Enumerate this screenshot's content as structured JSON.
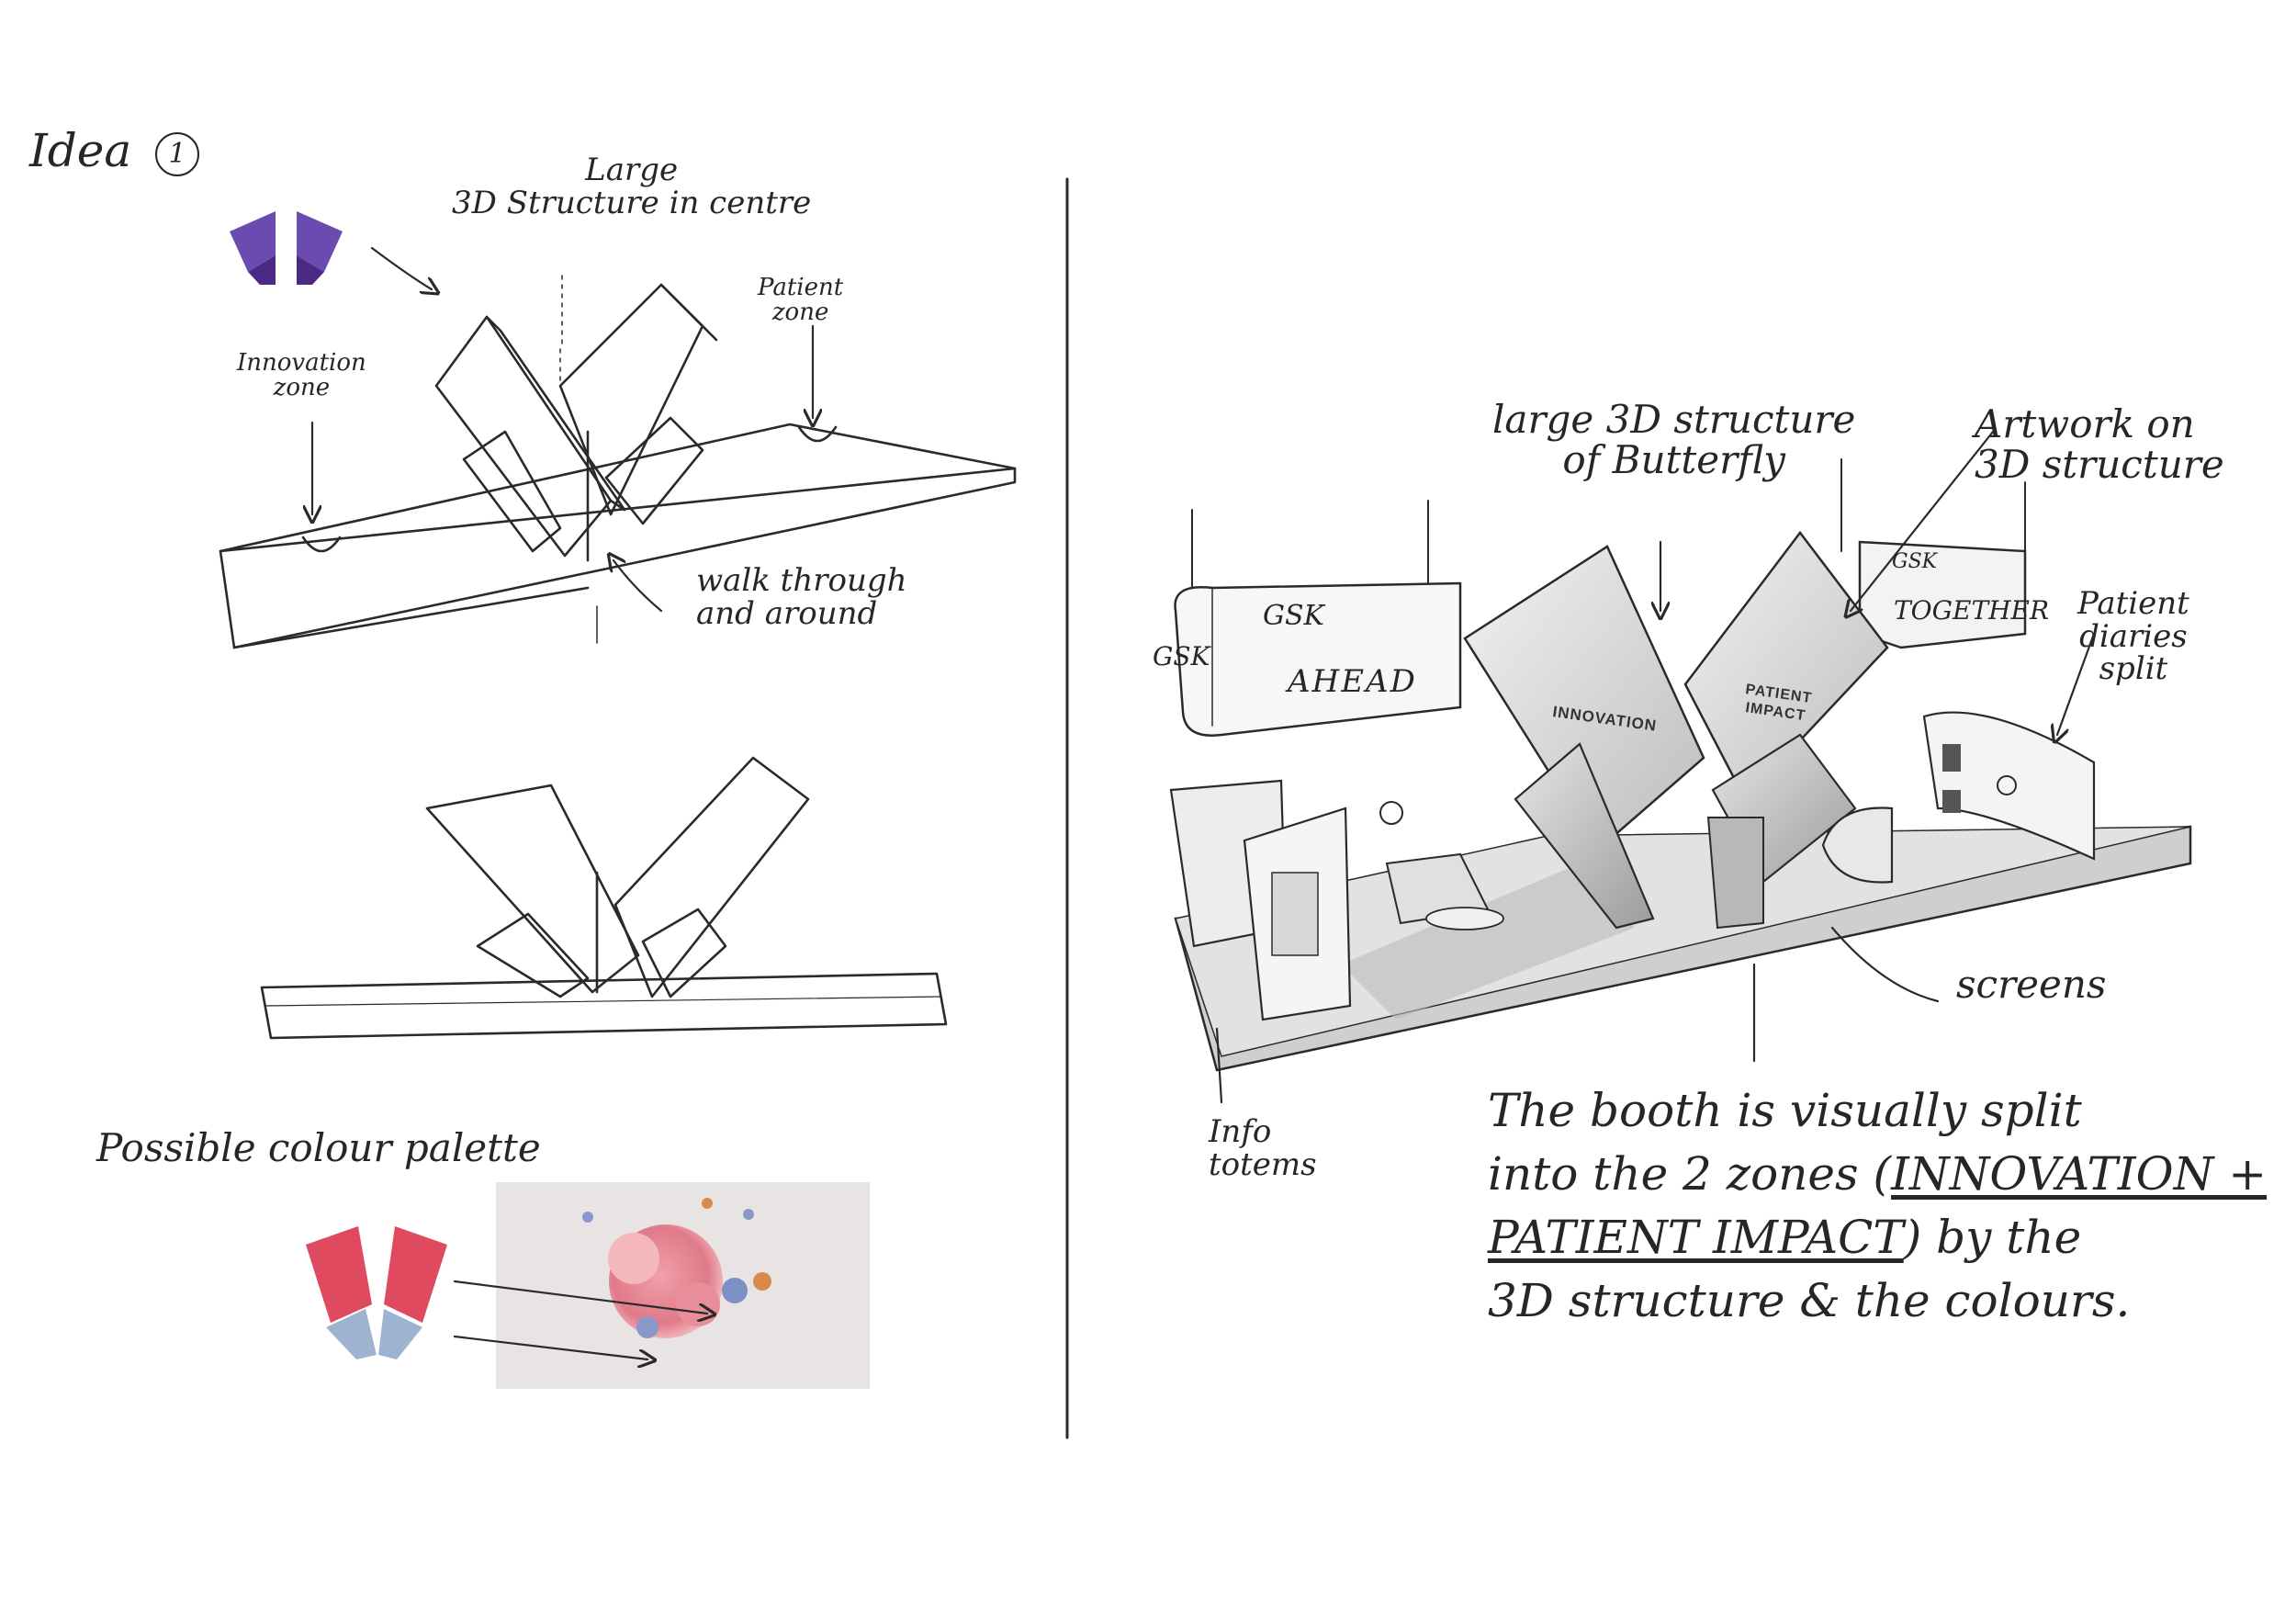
{
  "left": {
    "idea_title": "Idea",
    "idea_number": "1",
    "label_large_structure": [
      "Large",
      "3D Structure in centre"
    ],
    "label_innovation_zone": [
      "Innovation",
      "zone"
    ],
    "label_patient_zone": [
      "Patient",
      "zone"
    ],
    "label_walk_through": [
      "walk through",
      "and around"
    ],
    "palette_title": "Possible colour palette"
  },
  "right": {
    "label_large_butterfly": [
      "large 3D structure",
      "of Butterfly"
    ],
    "label_artwork": [
      "Artwork on",
      "3D structure"
    ],
    "label_patient_diaries": [
      "Patient",
      "diaries",
      "split"
    ],
    "label_screens": "screens",
    "label_info_totems": [
      "Info",
      "totems"
    ],
    "sign_gsk_top": "GSK",
    "sign_gsk_side": "GSK",
    "sign_ahead": "AHEAD",
    "sign_together_top": "GSK",
    "sign_together": "TOGETHER",
    "panel_innovation": "INNOVATION",
    "panel_patient_impact": [
      "PATIENT",
      "IMPACT"
    ],
    "description": {
      "line1": "The booth is visually split",
      "line2_a": "into the 2 zones (",
      "line2_b": "INNOVATION +",
      "line3_a": "PATIENT IMPACT",
      "line3_b": ") by the",
      "line4": "3D structure & the colours."
    }
  },
  "colors": {
    "logo_purple_dark": "#4b2a85",
    "logo_purple_light": "#6b4bb0",
    "palette_red": "#e04a5f",
    "palette_blue": "#9db3d0",
    "sketch_ink": "#2a2a2a",
    "photo_bg": "#e7e4e3",
    "cell_pink": "#e98a95"
  }
}
